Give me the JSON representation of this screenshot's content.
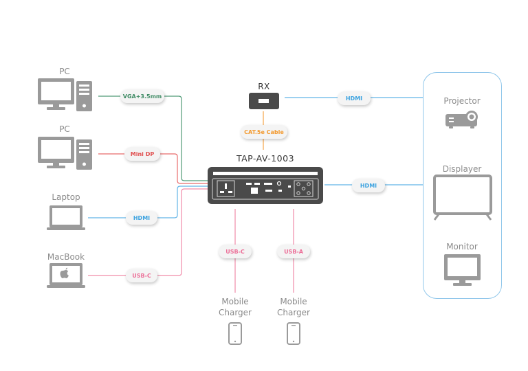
{
  "colors": {
    "green": "#4f9a76",
    "red": "#e86a6a",
    "blue": "#62b4e6",
    "pink": "#f08aa8",
    "orange": "#f5a447",
    "device": "#4a4a4a",
    "icon": "#9a9a9a",
    "box_border": "#8fc6ea"
  },
  "hub": {
    "title": "TAP-AV-1003"
  },
  "receiver": {
    "title": "RX"
  },
  "sources": [
    {
      "label": "PC",
      "icon": "desktop-pc-icon",
      "cable": "VGA+3.5mm",
      "cable_color": "green"
    },
    {
      "label": "PC",
      "icon": "desktop-pc-icon",
      "cable": "Mini DP",
      "cable_color": "red"
    },
    {
      "label": "Laptop",
      "icon": "laptop-icon",
      "cable": "HDMI",
      "cable_color": "blue"
    },
    {
      "label": "MacBook",
      "icon": "macbook-icon",
      "cable": "USB-C",
      "cable_color": "pink"
    }
  ],
  "link": {
    "cable": "CAT.5e Cable",
    "cable_color": "orange"
  },
  "outputs_group": {
    "rx_cable": "HDMI",
    "hub_cable": "HDMI",
    "items": [
      {
        "label": "Projector",
        "icon": "projector-icon"
      },
      {
        "label": "Displayer",
        "icon": "tv-display-icon"
      },
      {
        "label": "Monitor",
        "icon": "monitor-icon"
      }
    ]
  },
  "chargers": [
    {
      "label_line1": "Mobile",
      "label_line2": "Charger",
      "cable": "USB-C",
      "icon": "smartphone-icon"
    },
    {
      "label_line1": "Mobile",
      "label_line2": "Charger",
      "cable": "USB-A",
      "icon": "smartphone-icon"
    }
  ]
}
